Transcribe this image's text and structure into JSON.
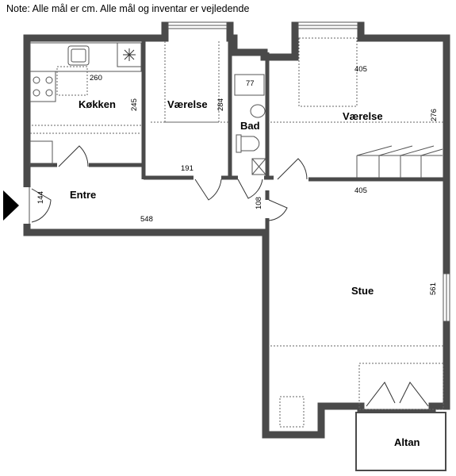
{
  "note": "Note: Alle mål er cm. Alle mål og inventar er vejledende",
  "rooms": {
    "kitchen": "Køkken",
    "bedroom1": "Værelse",
    "bath": "Bad",
    "bedroom2": "Værelse",
    "entrance": "Entre",
    "living": "Stue",
    "balcony": "Altan"
  },
  "dims": {
    "kitchen_w": "260",
    "kitchen_h": "245",
    "bedroom1_h": "284",
    "bedroom1_w": "191",
    "bath_top": "77",
    "bath_w": "108",
    "bedroom2_top": "405",
    "bedroom2_h": "276",
    "bedroom2_w": "405",
    "entrance_w": "548",
    "entrance_h": "144",
    "living_h": "561"
  },
  "colors": {
    "wall": "#4a4a4a",
    "background": "#ffffff"
  },
  "icons": [
    "entrance-arrow-icon",
    "stove-icon",
    "sink-icon",
    "toilet-icon",
    "washbasin-icon"
  ]
}
